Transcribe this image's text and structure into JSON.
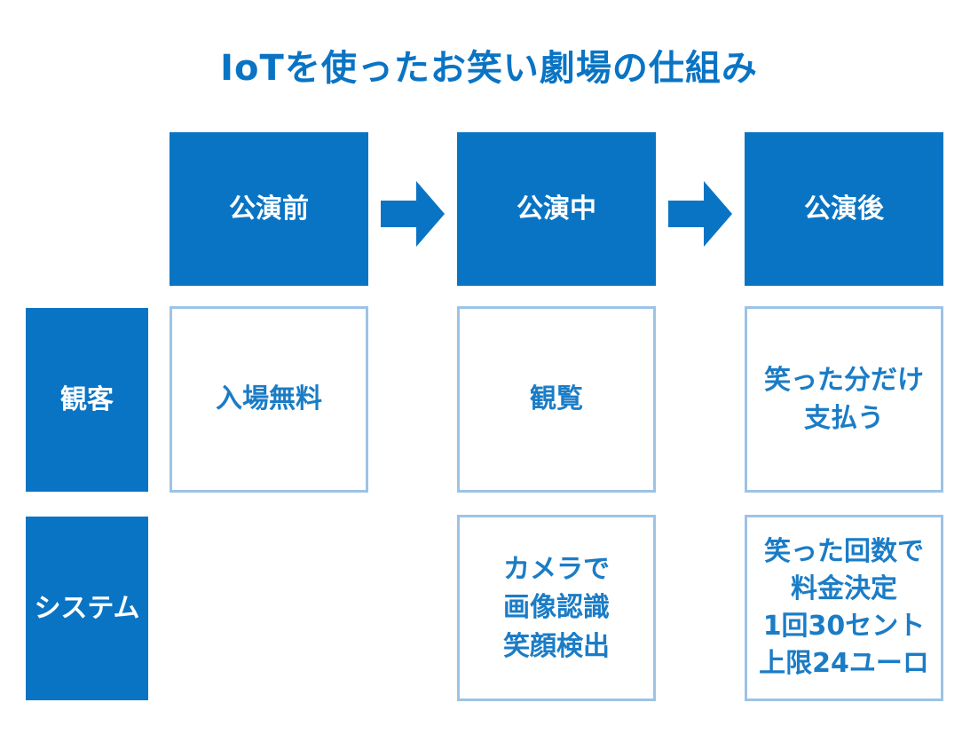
{
  "title": "IoTを使ったお笑い劇場の仕組み",
  "colors": {
    "primary": "#0a74c4",
    "outline": "#9dc3e6",
    "text_blue": "#1b7cc6"
  },
  "phases": [
    {
      "label": "公演前"
    },
    {
      "label": "公演中"
    },
    {
      "label": "公演後"
    }
  ],
  "rows": [
    {
      "label": "観客"
    },
    {
      "label": "システム"
    }
  ],
  "cells": {
    "audience": {
      "before": [
        "入場無料"
      ],
      "during": [
        "観覧"
      ],
      "after": [
        "笑った分だけ",
        "支払う"
      ]
    },
    "system": {
      "during": [
        "カメラで",
        "画像認識",
        "笑顔検出"
      ],
      "after": [
        "笑った回数で",
        "料金決定",
        "1回30セント",
        "上限24ユーロ"
      ]
    }
  },
  "connectors": [
    {
      "from": "公演前",
      "to": "公演中",
      "icon": "right-arrow-icon"
    },
    {
      "from": "公演中",
      "to": "公演後",
      "icon": "right-arrow-icon"
    }
  ]
}
